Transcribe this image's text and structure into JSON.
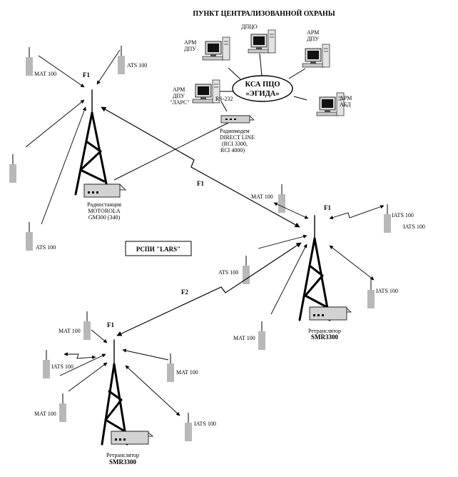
{
  "header": {
    "title": "ПУНКТ ЦЕНТРАЛИЗОВАННОЙ ОХРАНЫ"
  },
  "center": {
    "line1": "КСА ПЦО",
    "line2": "«ЭГИДА»"
  },
  "workstations": {
    "dpcho": "ДПЦО",
    "arm_dpu_1": [
      "АРМ",
      "ДПУ"
    ],
    "arm_dpu_2": [
      "АРМ",
      "ДПУ"
    ],
    "arm_dpu_lars": [
      "АРМ",
      "ДПУ",
      "\"ЛАРС\""
    ],
    "arm_abd": [
      "АРМ",
      "АБД"
    ]
  },
  "rs232": "RS-232",
  "modem": {
    "lines": [
      "Радиомодем",
      "DIRECT LINE",
      "(RCI 3300,",
      "RCI 4000)"
    ]
  },
  "base_station": {
    "lines": [
      "Радиостанция",
      "MOTOROLA",
      "GM300 (340)"
    ]
  },
  "retranslator_right": {
    "line1": "Ретранслятор",
    "line2": "SMR3300"
  },
  "retranslator_bottom": {
    "line1": "Ретранслятор",
    "line2": "SMR3300"
  },
  "system_label": "РСПИ \"LARS\"",
  "links": {
    "f1_left": "F1",
    "f1_mid": "F1",
    "f1_right": "F1",
    "f1_bottom": "F1",
    "f2": "F2"
  },
  "devices": {
    "mat_tl": "МАТ 100",
    "ats_tl": "ATS 100",
    "ats_ml": "ATS 100",
    "mat_mid": "MAT 100",
    "ats_mid": "ATS 100",
    "mat_mid_low": "MAT 100",
    "iats_r1": "IATS 100",
    "iats_r2": "IATS 100",
    "iats_r3": "IATS 100",
    "mat_bl1": "MAT 100",
    "iats_bl": "IATS 100",
    "mat_bl2": "MAT 100",
    "mat_br": "MAT 100",
    "iats_br": "IATS 100"
  }
}
